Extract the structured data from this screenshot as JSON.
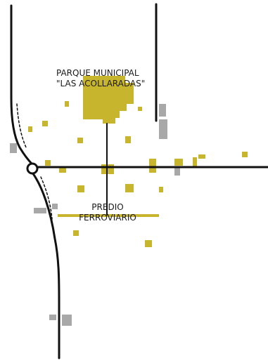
{
  "map": {
    "labels": {
      "parque": {
        "line1": "PARQUE MUNICIPAL",
        "line2": "\"LAS ACOLLARADAS\""
      },
      "predio": {
        "line1": "PREDIO",
        "line2": "FERROVIARIO"
      }
    },
    "colors": {
      "background": "#ffffff",
      "road": "#111111",
      "highlight_block": "#c8b52e",
      "building": "#a8a8a8",
      "rail": "#c8b52e"
    }
  }
}
